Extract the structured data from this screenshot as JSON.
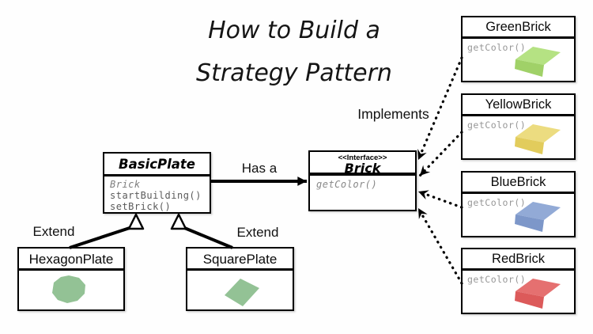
{
  "title": {
    "line1": "How to Build a",
    "line2": "Strategy Pattern"
  },
  "labels": {
    "has_a": "Has a",
    "implements": "Implements",
    "extend_left": "Extend",
    "extend_right": "Extend"
  },
  "basic_plate": {
    "name": "BasicPlate",
    "field": "Brick",
    "method1": "startBuilding()",
    "method2": "setBrick()"
  },
  "interface": {
    "stereotype": "<<Interface>>",
    "name": "Brick",
    "method": "getColor()"
  },
  "plates": [
    {
      "name": "HexagonPlate",
      "color": "#93c295"
    },
    {
      "name": "SquarePlate",
      "color": "#93c295"
    }
  ],
  "bricks": [
    {
      "name": "GreenBrick",
      "method": "getColor()",
      "color": "#b5e283",
      "color_dark": "#a0d168"
    },
    {
      "name": "YellowBrick",
      "method": "getColor()",
      "color": "#ecdc80",
      "color_dark": "#e2cc5c"
    },
    {
      "name": "BlueBrick",
      "method": "getColor()",
      "color": "#92aad6",
      "color_dark": "#7d97c9"
    },
    {
      "name": "RedBrick",
      "method": "getColor()",
      "color": "#e57070",
      "color_dark": "#dc5a5a"
    }
  ]
}
